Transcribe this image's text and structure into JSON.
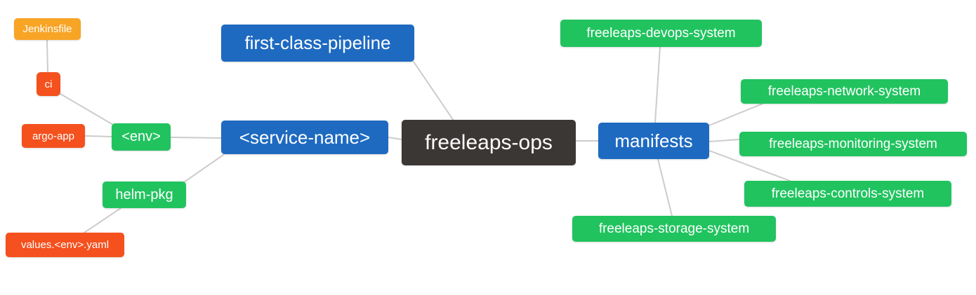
{
  "diagram": {
    "type": "mindmap",
    "edge_color": "#cccccc",
    "palette": {
      "blue": "#1e6ac1",
      "green": "#21c35f",
      "orange": "#f8a425",
      "red": "#f4511e",
      "dark": "#3b3734",
      "text": "#ffffff"
    },
    "nodes": {
      "jenkinsfile": {
        "label": "Jenkinsfile",
        "color": "orange"
      },
      "ci": {
        "label": "ci",
        "color": "red"
      },
      "argo_app": {
        "label": "argo-app",
        "color": "red"
      },
      "env": {
        "label": "<env>",
        "color": "green"
      },
      "helm_pkg": {
        "label": "helm-pkg",
        "color": "green"
      },
      "values_env_yaml": {
        "label": "values.<env>.yaml",
        "color": "red"
      },
      "first_class_pipeline": {
        "label": "first-class-pipeline",
        "color": "blue"
      },
      "service_name": {
        "label": "<service-name>",
        "color": "blue"
      },
      "freeleaps_ops": {
        "label": "freeleaps-ops",
        "color": "dark",
        "role": "root"
      },
      "manifests": {
        "label": "manifests",
        "color": "blue"
      },
      "freeleaps_devops_system": {
        "label": "freeleaps-devops-system",
        "color": "green"
      },
      "freeleaps_network_system": {
        "label": "freeleaps-network-system",
        "color": "green"
      },
      "freeleaps_monitoring_system": {
        "label": "freeleaps-monitoring-system",
        "color": "green"
      },
      "freeleaps_controls_system": {
        "label": "freeleaps-controls-system",
        "color": "green"
      },
      "freeleaps_storage_system": {
        "label": "freeleaps-storage-system",
        "color": "green"
      }
    },
    "edges": [
      {
        "from": "Jenkinsfile",
        "to": "ci"
      },
      {
        "from": "ci",
        "to": "<env>"
      },
      {
        "from": "argo-app",
        "to": "<env>"
      },
      {
        "from": "<env>",
        "to": "<service-name>"
      },
      {
        "from": "helm-pkg",
        "to": "<service-name>"
      },
      {
        "from": "values.<env>.yaml",
        "to": "helm-pkg"
      },
      {
        "from": "first-class-pipeline",
        "to": "freeleaps-ops"
      },
      {
        "from": "<service-name>",
        "to": "freeleaps-ops"
      },
      {
        "from": "freeleaps-ops",
        "to": "manifests"
      },
      {
        "from": "manifests",
        "to": "freeleaps-devops-system"
      },
      {
        "from": "manifests",
        "to": "freeleaps-network-system"
      },
      {
        "from": "manifests",
        "to": "freeleaps-monitoring-system"
      },
      {
        "from": "manifests",
        "to": "freeleaps-controls-system"
      },
      {
        "from": "manifests",
        "to": "freeleaps-storage-system"
      }
    ]
  }
}
